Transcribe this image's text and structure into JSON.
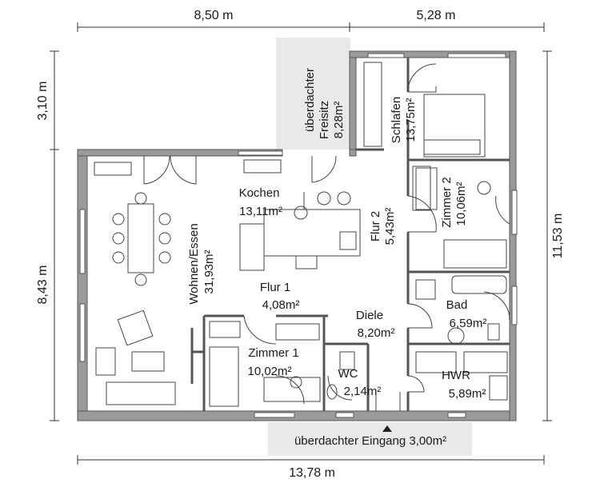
{
  "dimensions": {
    "top_left": "8,50 m",
    "top_right": "5,28 m",
    "left_upper": "3,10 m",
    "left_lower": "8,43 m",
    "right": "11,53 m",
    "bottom": "13,78 m"
  },
  "rooms": {
    "freisitz": {
      "line1": "überdachter",
      "line2": "Freisitz",
      "area": "8,28m²"
    },
    "schlafen": {
      "name": "Schlafen",
      "area": "13,75m²"
    },
    "kochen": {
      "name": "Kochen",
      "area": "13,11m²"
    },
    "flur2": {
      "name": "Flur 2",
      "area": "5,43m²"
    },
    "zimmer2": {
      "name": "Zimmer 2",
      "area": "10,06m²"
    },
    "wohnen": {
      "name": "Wohnen/Essen",
      "area": "31,93m²"
    },
    "flur1": {
      "name": "Flur 1",
      "area": "4,08m²"
    },
    "diele": {
      "name": "Diele",
      "area": "8,20m²"
    },
    "bad": {
      "name": "Bad",
      "area": "6,59m²"
    },
    "zimmer1": {
      "name": "Zimmer 1",
      "area": "10,02m²"
    },
    "wc": {
      "name": "WC",
      "area": "2,14m²"
    },
    "hwr": {
      "name": "HWR",
      "area": "5,89m²"
    }
  },
  "entrance": {
    "label": "überdachter Eingang 3,00m²"
  },
  "colors": {
    "wall": "#555555",
    "wall_fill": "#9a9a9a",
    "patio": "#e9e9e9",
    "lines": "#333333"
  }
}
